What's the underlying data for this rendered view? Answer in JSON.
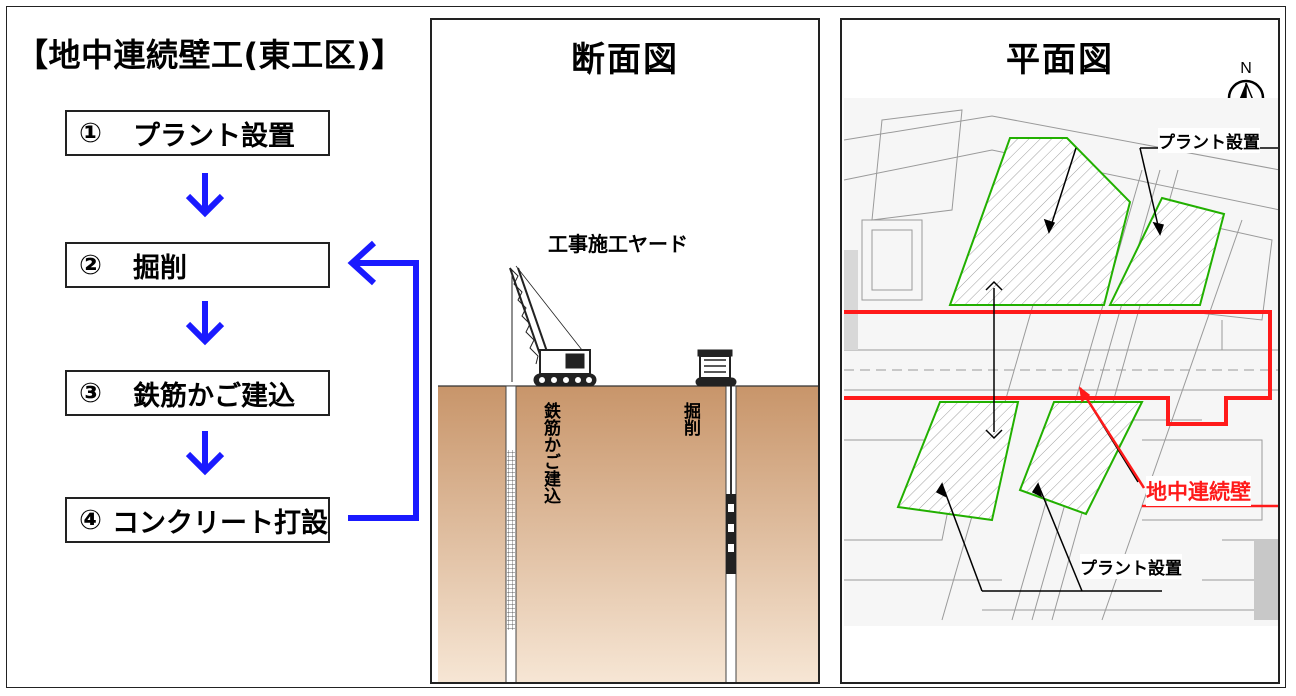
{
  "title": "【地中連続壁工(東工区)】",
  "steps": [
    {
      "num": "①",
      "label": "プラント設置"
    },
    {
      "num": "②",
      "label": "掘削"
    },
    {
      "num": "③",
      "label": "鉄筋かご建込"
    },
    {
      "num": "④",
      "label": "コンクリート打設"
    }
  ],
  "section": {
    "title": "断面図",
    "yard_label": "工事施工ヤード",
    "rebar_label": "鉄筋かご建込",
    "excavation_label": "掘削"
  },
  "plan": {
    "title": "平面図",
    "north": "N",
    "plant_label_top": "プラント設置",
    "plant_label_bottom": "プラント設置",
    "wall_label": "地中連続壁"
  },
  "colors": {
    "arrow_blue": "#1a1aff",
    "wall_red": "#ff1a1a",
    "plant_green": "#22b000",
    "soil_top": "#c8956a",
    "soil_bottom": "#f7e7d6"
  }
}
